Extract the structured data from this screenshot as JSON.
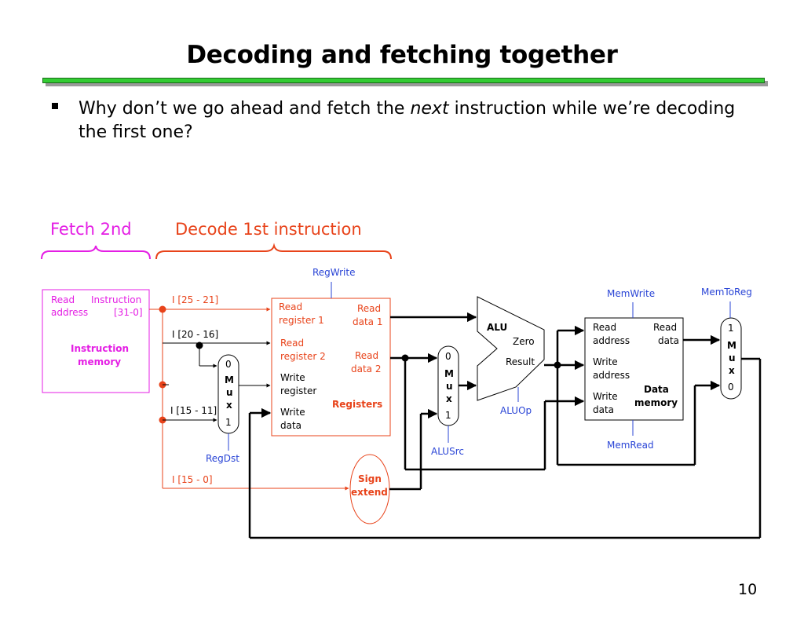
{
  "slide": {
    "title": "Decoding and fetching together",
    "bullet_before": "Why don’t we go ahead and fetch the ",
    "bullet_emphasis": "next",
    "bullet_after": " instruction while we’re decoding the first one?",
    "page_number": "10"
  },
  "braces": {
    "fetch": "Fetch 2nd",
    "decode": "Decode 1st instruction"
  },
  "instruction_memory": {
    "read_address": "Read address",
    "read": "Read",
    "address": "address",
    "instruction": "Instruction",
    "bits": "[31-0]",
    "name_line1": "Instruction",
    "name_line2": "memory"
  },
  "fields": {
    "rs": "I [25 - 21]",
    "rt": "I [20 - 16]",
    "rd": "I [15 - 11]",
    "imm": "I [15 - 0]"
  },
  "registers": {
    "read_reg1_a": "Read",
    "read_reg1_b": "register 1",
    "read_reg2_a": "Read",
    "read_reg2_b": "register 2",
    "write_reg_a": "Write",
    "write_reg_b": "register",
    "write_data_a": "Write",
    "write_data_b": "data",
    "read_data1_a": "Read",
    "read_data1_b": "data 1",
    "read_data2_a": "Read",
    "read_data2_b": "data 2",
    "name": "Registers"
  },
  "control": {
    "regwrite": "RegWrite",
    "regdst": "RegDst",
    "alusrc": "ALUSrc",
    "aluop": "ALUOp",
    "memwrite": "MemWrite",
    "memread": "MemRead",
    "memtoreg": "MemToReg"
  },
  "mux_regdst": {
    "top": "0",
    "m": "M",
    "u": "u",
    "x": "x",
    "bottom": "1"
  },
  "mux_alusrc": {
    "top": "0",
    "m": "M",
    "u": "u",
    "x": "x",
    "bottom": "1"
  },
  "mux_memtoreg": {
    "top": "1",
    "m": "M",
    "u": "u",
    "x": "x",
    "bottom": "0"
  },
  "sign_extend": {
    "line1": "Sign",
    "line2": "extend"
  },
  "alu": {
    "name": "ALU",
    "zero": "Zero",
    "result": "Result"
  },
  "data_memory": {
    "read_address_a": "Read",
    "read_address_b": "address",
    "write_address_a": "Write",
    "write_address_b": "address",
    "write_data_a": "Write",
    "write_data_b": "data",
    "read_data_a": "Read",
    "read_data_b": "data",
    "name_line1": "Data",
    "name_line2": "memory"
  },
  "colors": {
    "decode": "#e8431a",
    "fetch": "#e41ee4",
    "control": "#2a45d6",
    "title_bar": "#33cc33"
  }
}
